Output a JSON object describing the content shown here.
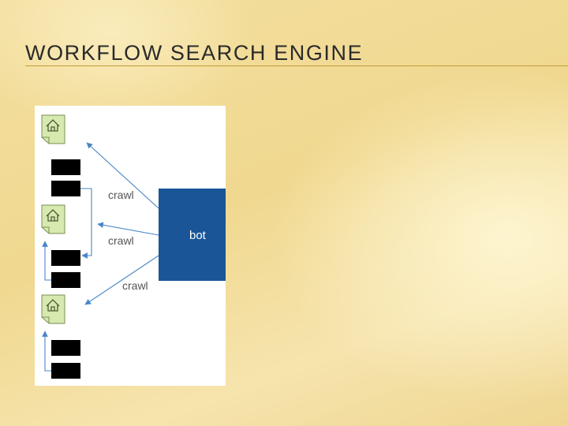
{
  "slide": {
    "title": "WORKFLOW SEARCH ENGINE"
  },
  "diagram": {
    "bot_label": "bot",
    "crawl_labels": [
      "crawl",
      "crawl",
      "crawl"
    ],
    "page_icon": "home-page-icon",
    "colors": {
      "bot_fill": "#1a5598",
      "page_fill": "#d6eab0",
      "page_stroke": "#7a8f52",
      "arrow": "#4a86c8",
      "block": "#000000"
    }
  }
}
